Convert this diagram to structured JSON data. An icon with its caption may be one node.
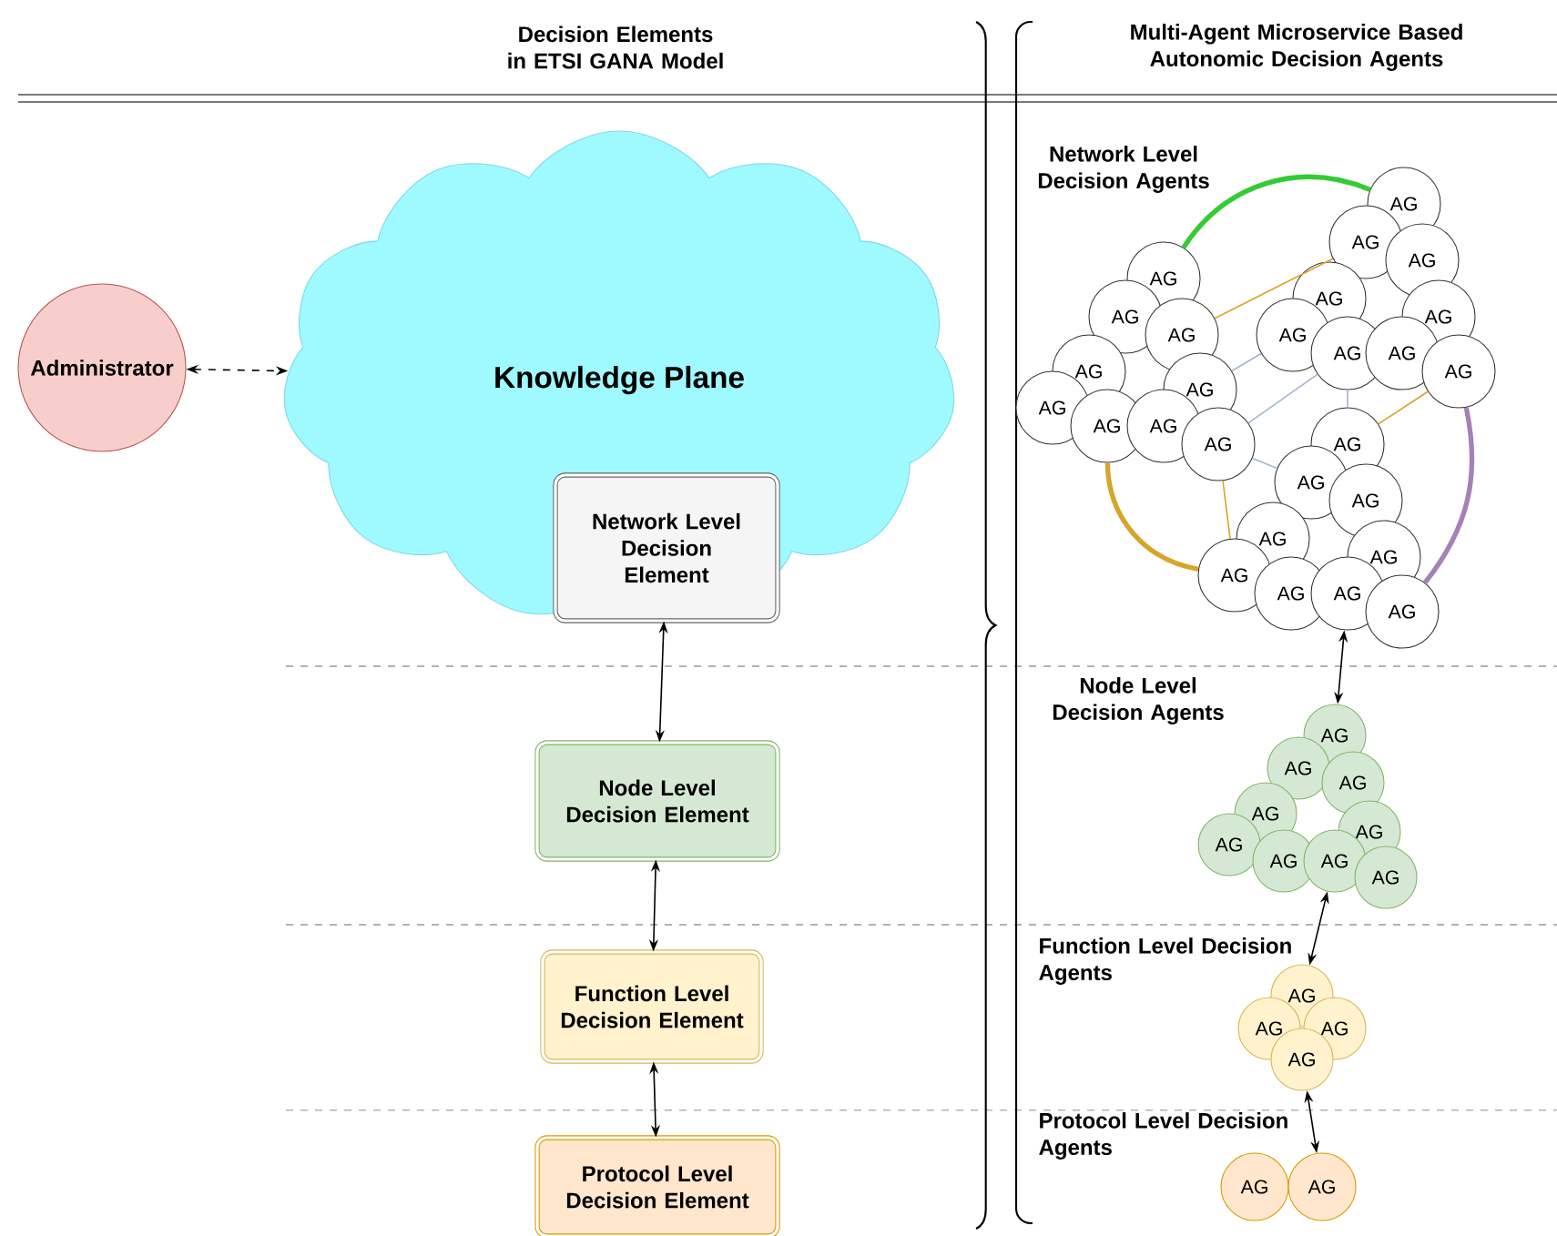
{
  "diagram": {
    "nodes": [
      {
        "text": [
          "Administrator"
        ]
      },
      {
        "text": [
          "Knowledge Plane"
        ]
      },
      {
        "text": [
          "Network Level Decision Element"
        ],
        "in": 1
      },
      {
        "text": [
          "Node Level Decision Element"
        ]
      },
      {
        "text": [
          "Function Level Decision Element"
        ]
      },
      {
        "text": [
          "Protocol Level Decision Element"
        ]
      },
      {
        "text": [
          "AG"
        ]
      },
      {
        "text": [
          "AG"
        ]
      },
      {
        "text": [
          "AG"
        ]
      },
      {
        "text": [
          "AG"
        ]
      },
      {
        "text": [
          "AG"
        ]
      },
      {
        "text": [
          "AG"
        ]
      },
      {
        "text": [
          "AG"
        ]
      },
      {
        "text": [
          "AG"
        ]
      },
      {
        "text": [
          "AG"
        ]
      },
      {
        "text": [
          "AG"
        ]
      },
      {
        "text": [
          "AG"
        ]
      },
      {
        "text": [
          "AG"
        ]
      },
      {
        "text": [
          "AG"
        ]
      },
      {
        "text": [
          "AG"
        ]
      },
      {
        "text": [
          "AG"
        ]
      },
      {
        "text": [
          "AG"
        ]
      },
      {
        "text": [
          "AG"
        ]
      },
      {
        "text": [
          "AG"
        ]
      },
      {
        "text": [
          "AG"
        ]
      },
      {
        "text": [
          "AG"
        ]
      },
      {
        "text": [
          "AG"
        ]
      },
      {
        "text": [
          "AG"
        ]
      },
      {
        "text": [
          "AG"
        ]
      },
      {
        "text": [
          "AG"
        ]
      },
      {
        "text": [
          "AG"
        ]
      },
      {
        "text": [
          "AG"
        ]
      },
      {
        "text": [
          "AG"
        ]
      },
      {
        "text": [
          "AG"
        ]
      },
      {
        "text": [
          "AG"
        ]
      },
      {
        "text": [
          "AG"
        ]
      },
      {
        "text": [
          "AG"
        ]
      },
      {
        "text": [
          "AG"
        ]
      },
      {
        "text": [
          "AG"
        ]
      },
      {
        "text": [
          "AG"
        ]
      },
      {
        "text": [
          "AG"
        ]
      },
      {
        "text": [
          "AG"
        ]
      },
      {
        "text": [
          "AG"
        ]
      },
      {
        "text": [
          "AG"
        ]
      },
      {
        "text": [
          "AG"
        ]
      },
      {
        "text": [
          "AG"
        ]
      },
      {
        "text": [
          "AG"
        ]
      },
      {
        "text": [
          "AG"
        ]
      }
    ],
    "edges": [
      {
        "from": 0,
        "to": 1,
        "arrow": "both",
        "style": "dashed"
      },
      {
        "from": 2,
        "to": 3,
        "arrow": "both"
      },
      {
        "from": 3,
        "to": 4,
        "arrow": "both"
      },
      {
        "from": 4,
        "to": 5,
        "arrow": "both"
      },
      {
        "from": 6,
        "to": 15,
        "arrow": "none",
        "style": "thick",
        "color": "#33cc33"
      },
      {
        "from": 8,
        "to": 16,
        "arrow": "none",
        "color": "#d6a52a"
      },
      {
        "from": 24,
        "to": 23,
        "arrow": "none",
        "color": "#d6a52a"
      },
      {
        "from": 12,
        "to": 29,
        "arrow": "none",
        "style": "thick",
        "color": "#d6a52a"
      },
      {
        "from": 14,
        "to": 29,
        "arrow": "none",
        "color": "#d6a52a"
      },
      {
        "from": 10,
        "to": 20,
        "arrow": "none",
        "color": "#a3b5d0"
      },
      {
        "from": 14,
        "to": 21,
        "arrow": "none",
        "color": "#a3b5d0"
      },
      {
        "from": 14,
        "to": 25,
        "arrow": "none",
        "color": "#a3b5d0"
      },
      {
        "from": 21,
        "to": 24,
        "arrow": "none",
        "color": "#a3b5d0"
      },
      {
        "from": 23,
        "to": 32,
        "arrow": "none",
        "style": "thick",
        "color": "#a680b8"
      },
      {
        "from": 31,
        "to": 33,
        "arrow": "both"
      },
      {
        "from": 40,
        "to": 42,
        "arrow": "both"
      },
      {
        "from": 45,
        "to": 47,
        "arrow": "both"
      }
    ],
    "labels": [
      "Decision Elements in ETSI GANA Model",
      "Multi-Agent Microservice Based Autonomic Decision Agents",
      "Network Level Decision Agents",
      "Node Level Decision Agents",
      "Function Level Decision Agents",
      "Protocol Level Decision Agents"
    ]
  }
}
